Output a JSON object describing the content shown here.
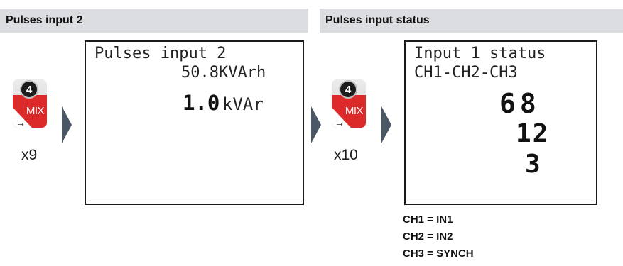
{
  "headers": {
    "left": "Pulses input 2",
    "right": "Pulses input status"
  },
  "left_step": {
    "key_number": "4",
    "key_label": "MIX",
    "key_arrow": "→",
    "count": "x9"
  },
  "left_display": {
    "line1": "Pulses input 2",
    "line2": "50.8KVArh",
    "big_value": "1.0",
    "big_unit": "kVAr"
  },
  "right_step": {
    "key_number": "4",
    "key_label": "MIX",
    "key_arrow": "→",
    "count": "x10"
  },
  "right_display": {
    "line1": "Input 1 status",
    "line2": "CH1-CH2-CH3",
    "row1": "68",
    "row2": "12",
    "row3": "3"
  },
  "legend": [
    "CH1 = IN1",
    "CH2 = IN2",
    "CH3 = SYNCH"
  ],
  "colors": {
    "header_bg": "#dcdde0",
    "chevron": "#4a5866",
    "key_red": "#dc2a2a"
  }
}
